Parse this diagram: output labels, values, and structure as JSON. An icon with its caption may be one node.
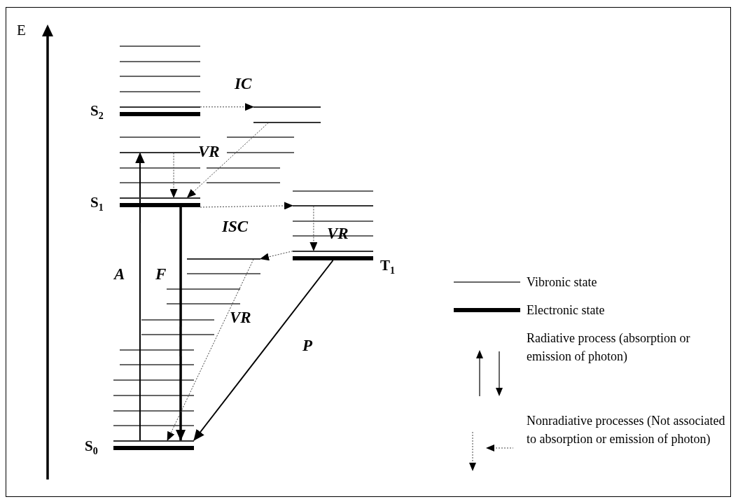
{
  "diagram": {
    "nodes": [
      {
        "text": [],
        "shape": "bar",
        "beside": [
          "S$_{2}$"
        ]
      },
      {
        "text": [],
        "shape": "bar"
      },
      {
        "text": [],
        "shape": "bar"
      },
      {
        "text": [],
        "shape": "bar"
      },
      {
        "text": [],
        "shape": "bar"
      },
      {
        "text": [],
        "shape": "bar",
        "beside": [
          "S$_{1}$"
        ]
      },
      {
        "text": [],
        "shape": "bar"
      },
      {
        "text": [],
        "shape": "bar"
      },
      {
        "text": [],
        "shape": "bar",
        "beside": [
          "T$_{1}$"
        ]
      },
      {
        "text": [],
        "shape": "bar"
      },
      {
        "text": [],
        "shape": "bar"
      },
      {
        "text": [],
        "shape": "bar",
        "beside": [
          "S$_{0}$"
        ]
      },
      {
        "text": [],
        "shape": "bar"
      }
    ],
    "edges": [
      {
        "from": 1,
        "to": 2,
        "arrow": "to",
        "label": "IC",
        "style": "dashed"
      },
      {
        "from": 3,
        "to": 6,
        "arrow": "to",
        "label": "VR",
        "style": "dashed"
      },
      {
        "from": 4,
        "to": 6,
        "arrow": "to",
        "style": "dashed"
      },
      {
        "from": 12,
        "to": 4,
        "arrow": "to",
        "label": "A"
      },
      {
        "from": 5,
        "to": 12,
        "arrow": "to",
        "label": "F",
        "style": "thick"
      },
      {
        "from": 5,
        "to": 7,
        "arrow": "to",
        "label": "ISC",
        "style": "dashed"
      },
      {
        "from": 7,
        "to": 9,
        "arrow": "to",
        "label": "VR",
        "style": "dashed"
      },
      {
        "from": 9,
        "to": 10,
        "arrow": "to",
        "style": "dashed"
      },
      {
        "from": 10,
        "to": 12,
        "arrow": "to",
        "label": "VR",
        "style": "dashed"
      },
      {
        "from": 8,
        "to": 12,
        "arrow": "to",
        "label": "P"
      }
    ],
    "labels": [
      "E"
    ],
    "legend": [
      {
        "text": "Vibronic state"
      },
      {
        "text": "Electronic state"
      },
      {
        "text": "Radiative process (absorption or emission of photon)"
      },
      {
        "text": "Nonradiative processes (Not associated to absorption or emission of photon)"
      }
    ]
  }
}
